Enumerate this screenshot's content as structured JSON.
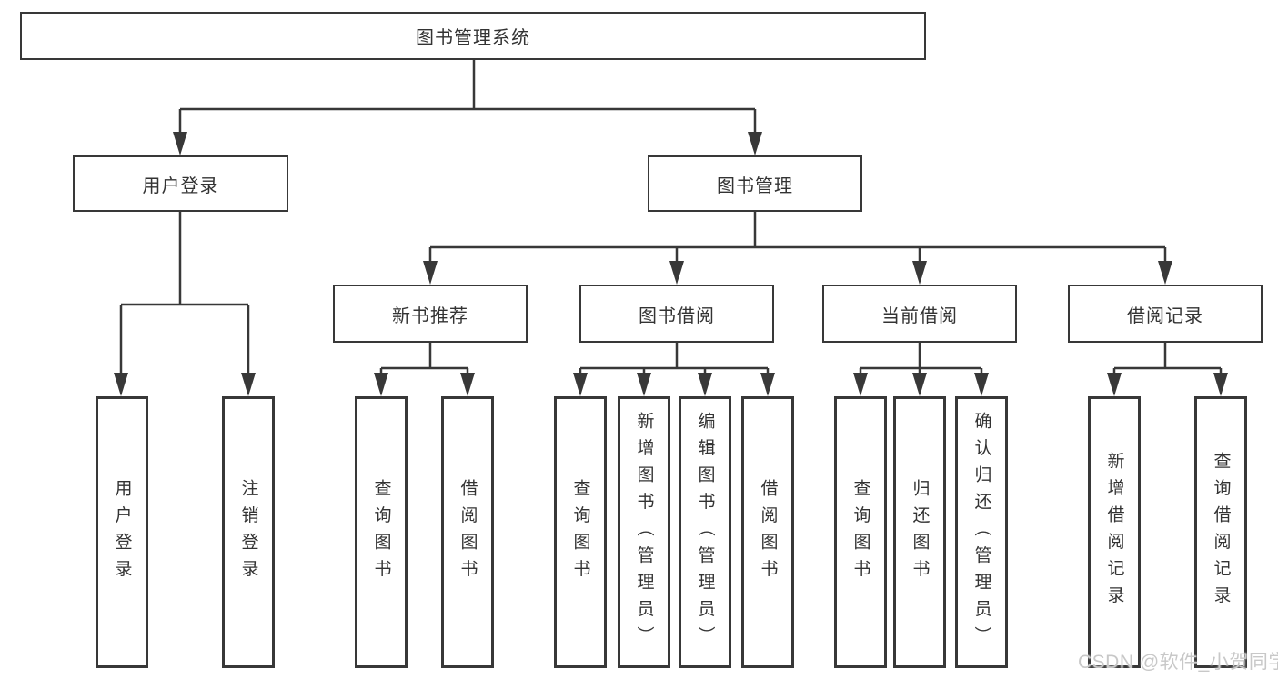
{
  "diagram_type": "hierarchy-tree",
  "tree": {
    "root": {
      "label": "图书管理系统",
      "children": [
        {
          "label": "用户登录",
          "children": [
            {
              "label": "用户登录"
            },
            {
              "label": "注销登录"
            }
          ]
        },
        {
          "label": "图书管理",
          "children": [
            {
              "label": "新书推荐",
              "children": [
                {
                  "label": "查询图书"
                },
                {
                  "label": "借阅图书"
                }
              ]
            },
            {
              "label": "图书借阅",
              "children": [
                {
                  "label": "查询图书"
                },
                {
                  "label": "新增图书（管理员）"
                },
                {
                  "label": "编辑图书（管理员）"
                },
                {
                  "label": "借阅图书"
                }
              ]
            },
            {
              "label": "当前借阅",
              "children": [
                {
                  "label": "查询图书"
                },
                {
                  "label": "归还图书"
                },
                {
                  "label": "确认归还（管理员）"
                }
              ]
            },
            {
              "label": "借阅记录",
              "children": [
                {
                  "label": "新增借阅记录"
                },
                {
                  "label": "查询借阅记录"
                }
              ]
            }
          ]
        }
      ]
    }
  },
  "watermark": {
    "text": "CSDN @软件_小贺同学"
  },
  "colors": {
    "line": "#383838",
    "box_border": "#383838",
    "box_fill": "#ffffff",
    "text": "#333333",
    "watermark": "#c8c8c8",
    "background": "#ffffff"
  }
}
